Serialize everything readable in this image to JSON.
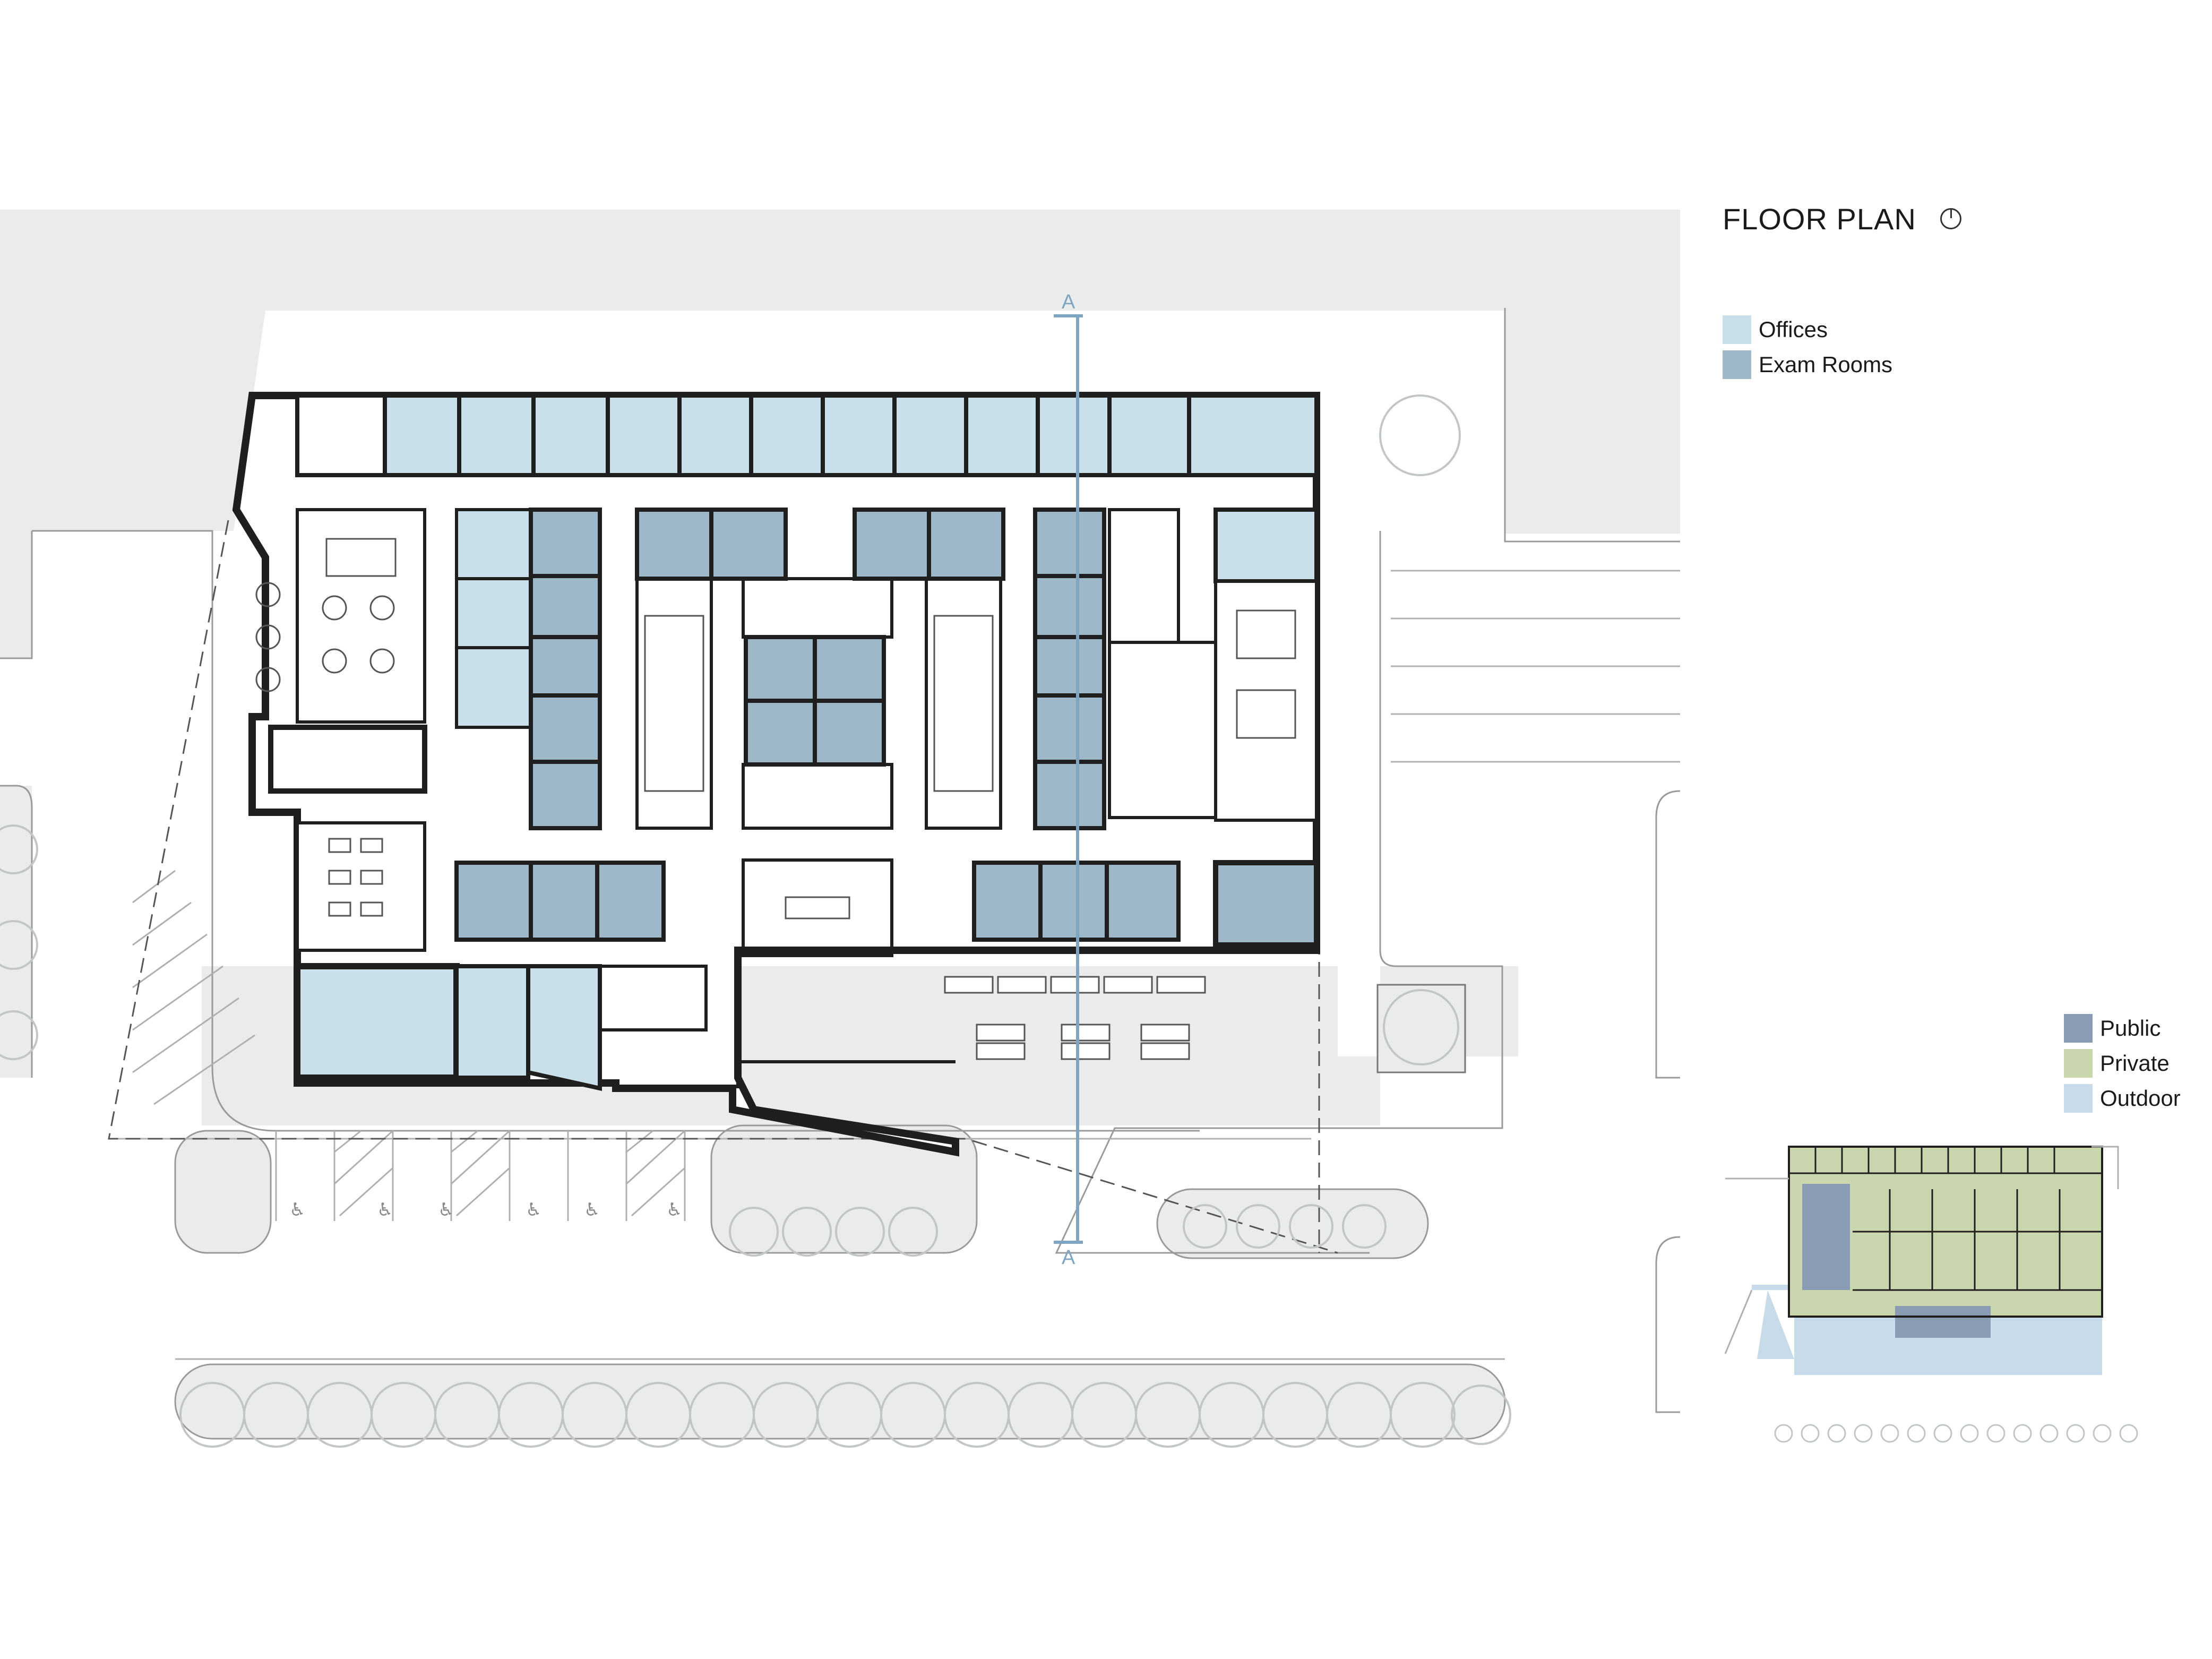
{
  "title": "FLOOR PLAN",
  "north_arrow_icon": "north-arrow-icon",
  "legend_program": [
    {
      "label": "Offices",
      "color": "#c9dfea"
    },
    {
      "label": "Exam Rooms",
      "color": "#9fb8c9"
    }
  ],
  "legend_zones": [
    {
      "label": "Public",
      "color": "#8a9cb4"
    },
    {
      "label": "Private",
      "color": "#c9d6ae"
    },
    {
      "label": "Outdoor",
      "color": "#c7dbe8"
    }
  ],
  "section_marks": {
    "top": "A",
    "bottom": "A"
  },
  "colors": {
    "ground": "#e9eceb",
    "wall": "#1f1f1f",
    "office": "#c9dfea",
    "exam": "#9fb8c9",
    "section_line": "#7ea6c2",
    "tree": "#bfc4c2"
  }
}
